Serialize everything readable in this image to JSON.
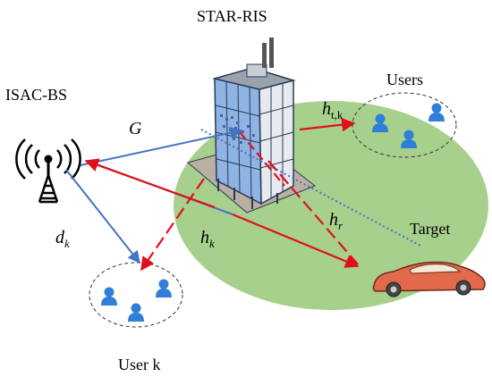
{
  "labels": {
    "star_ris": "STAR-RIS",
    "isac_bs": "ISAC-BS",
    "users": "Users",
    "user_k": "User k",
    "target": "Target",
    "channel_G": "G",
    "channel_d": "d",
    "channel_d_sub": "k",
    "channel_h": "h",
    "channel_h_sub": "k",
    "channel_hr": "h",
    "channel_hr_sub": "r",
    "channel_htk": "h",
    "channel_htk_sub": "t,k"
  },
  "colors": {
    "coverage_area": "#a8d08d",
    "blue_link": "#4472c4",
    "red_link": "#e0101a",
    "user_icon": "#2f7fd6",
    "car_body": "#e26a4a",
    "building_glass": "#8fb4e3",
    "building_frame": "#2b3a57"
  },
  "icons": {
    "base_station": "antenna-tower-icon",
    "user": "person-icon",
    "target": "car-icon",
    "ris": "building-icon"
  }
}
